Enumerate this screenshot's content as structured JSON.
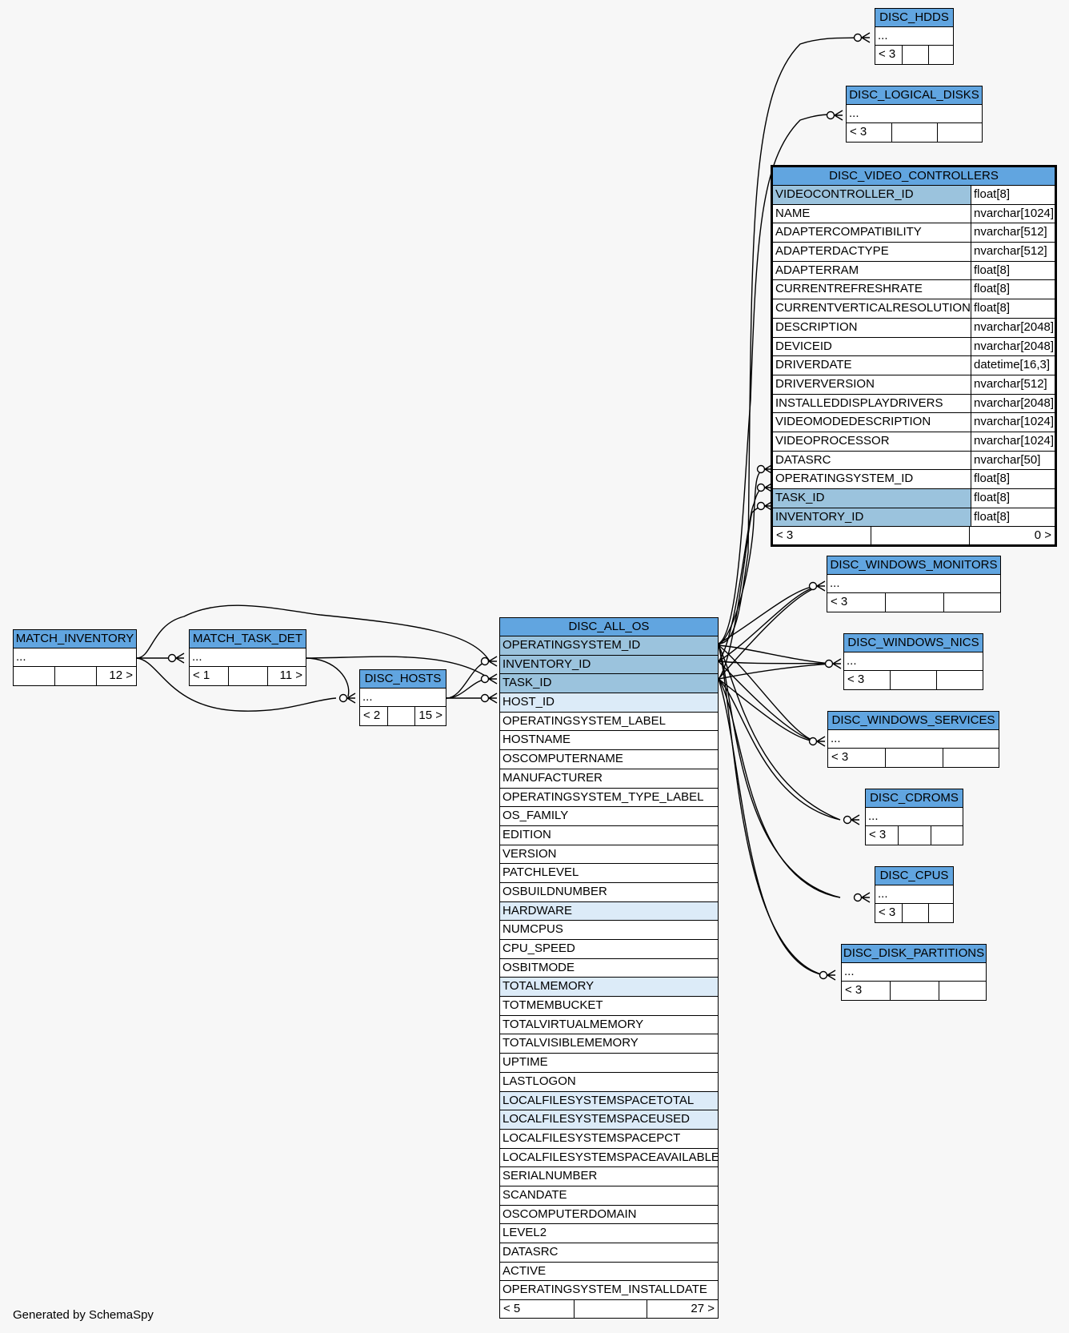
{
  "generated_by": "Generated by SchemaSpy",
  "colors": {
    "header": "#61a5e0",
    "primary_key": "#9bc3dd",
    "indexed": "#dcebf8",
    "background": "#f7f7f7"
  },
  "tables": {
    "disc_hdds": {
      "name": "DISC_HDDS",
      "ellipsis": "...",
      "parents": "< 3",
      "children": ""
    },
    "disc_logical_disks": {
      "name": "DISC_LOGICAL_DISKS",
      "ellipsis": "...",
      "parents": "< 3",
      "children": ""
    },
    "disc_video_controllers": {
      "name": "DISC_VIDEO_CONTROLLERS",
      "columns": [
        {
          "name": "VIDEOCONTROLLER_ID",
          "type": "float[8]"
        },
        {
          "name": "NAME",
          "type": "nvarchar[1024]"
        },
        {
          "name": "ADAPTERCOMPATIBILITY",
          "type": "nvarchar[512]"
        },
        {
          "name": "ADAPTERDACTYPE",
          "type": "nvarchar[512]"
        },
        {
          "name": "ADAPTERRAM",
          "type": "float[8]"
        },
        {
          "name": "CURRENTREFRESHRATE",
          "type": "float[8]"
        },
        {
          "name": "CURRENTVERTICALRESOLUTION",
          "type": "float[8]"
        },
        {
          "name": "DESCRIPTION",
          "type": "nvarchar[2048]"
        },
        {
          "name": "DEVICEID",
          "type": "nvarchar[2048]"
        },
        {
          "name": "DRIVERDATE",
          "type": "datetime[16,3]"
        },
        {
          "name": "DRIVERVERSION",
          "type": "nvarchar[512]"
        },
        {
          "name": "INSTALLEDDISPLAYDRIVERS",
          "type": "nvarchar[2048]"
        },
        {
          "name": "VIDEOMODEDESCRIPTION",
          "type": "nvarchar[1024]"
        },
        {
          "name": "VIDEOPROCESSOR",
          "type": "nvarchar[1024]"
        },
        {
          "name": "DATASRC",
          "type": "nvarchar[50]"
        },
        {
          "name": "OPERATINGSYSTEM_ID",
          "type": "float[8]"
        },
        {
          "name": "TASK_ID",
          "type": "float[8]"
        },
        {
          "name": "INVENTORY_ID",
          "type": "float[8]"
        }
      ],
      "parents": "< 3",
      "children": "0 >"
    },
    "disc_windows_monitors": {
      "name": "DISC_WINDOWS_MONITORS",
      "ellipsis": "...",
      "parents": "< 3",
      "children": ""
    },
    "disc_windows_nics": {
      "name": "DISC_WINDOWS_NICS",
      "ellipsis": "...",
      "parents": "< 3",
      "children": ""
    },
    "disc_windows_services": {
      "name": "DISC_WINDOWS_SERVICES",
      "ellipsis": "...",
      "parents": "< 3",
      "children": ""
    },
    "disc_cdroms": {
      "name": "DISC_CDROMS",
      "ellipsis": "...",
      "parents": "< 3",
      "children": ""
    },
    "disc_cpus": {
      "name": "DISC_CPUS",
      "ellipsis": "...",
      "parents": "< 3",
      "children": ""
    },
    "disc_disk_partitions": {
      "name": "DISC_DISK_PARTITIONS",
      "ellipsis": "...",
      "parents": "< 3",
      "children": ""
    },
    "match_inventory": {
      "name": "MATCH_INVENTORY",
      "ellipsis": "...",
      "parents": "",
      "children": "12 >"
    },
    "match_task_det": {
      "name": "MATCH_TASK_DET",
      "ellipsis": "...",
      "parents": "< 1",
      "children": "11 >"
    },
    "disc_hosts": {
      "name": "DISC_HOSTS",
      "ellipsis": "...",
      "parents": "< 2",
      "children": "15 >"
    },
    "disc_all_os": {
      "name": "DISC_ALL_OS",
      "columns": [
        "OPERATINGSYSTEM_ID",
        "INVENTORY_ID",
        "TASK_ID",
        "HOST_ID",
        "OPERATINGSYSTEM_LABEL",
        "HOSTNAME",
        "OSCOMPUTERNAME",
        "MANUFACTURER",
        "OPERATINGSYSTEM_TYPE_LABEL",
        "OS_FAMILY",
        "EDITION",
        "VERSION",
        "PATCHLEVEL",
        "OSBUILDNUMBER",
        "HARDWARE",
        "NUMCPUS",
        "CPU_SPEED",
        "OSBITMODE",
        "TOTALMEMORY",
        "TOTMEMBUCKET",
        "TOTALVIRTUALMEMORY",
        "TOTALVISIBLEMEMORY",
        "UPTIME",
        "LASTLOGON",
        "LOCALFILESYSTEMSPACETOTAL",
        "LOCALFILESYSTEMSPACEUSED",
        "LOCALFILESYSTEMSPACEPCT",
        "LOCALFILESYSTEMSPACEAVAILABLE",
        "SERIALNUMBER",
        "SCANDATE",
        "OSCOMPUTERDOMAIN",
        "LEVEL2",
        "DATASRC",
        "ACTIVE",
        "OPERATINGSYSTEM_INSTALLDATE"
      ],
      "parents": "< 5",
      "children": "27 >"
    }
  }
}
